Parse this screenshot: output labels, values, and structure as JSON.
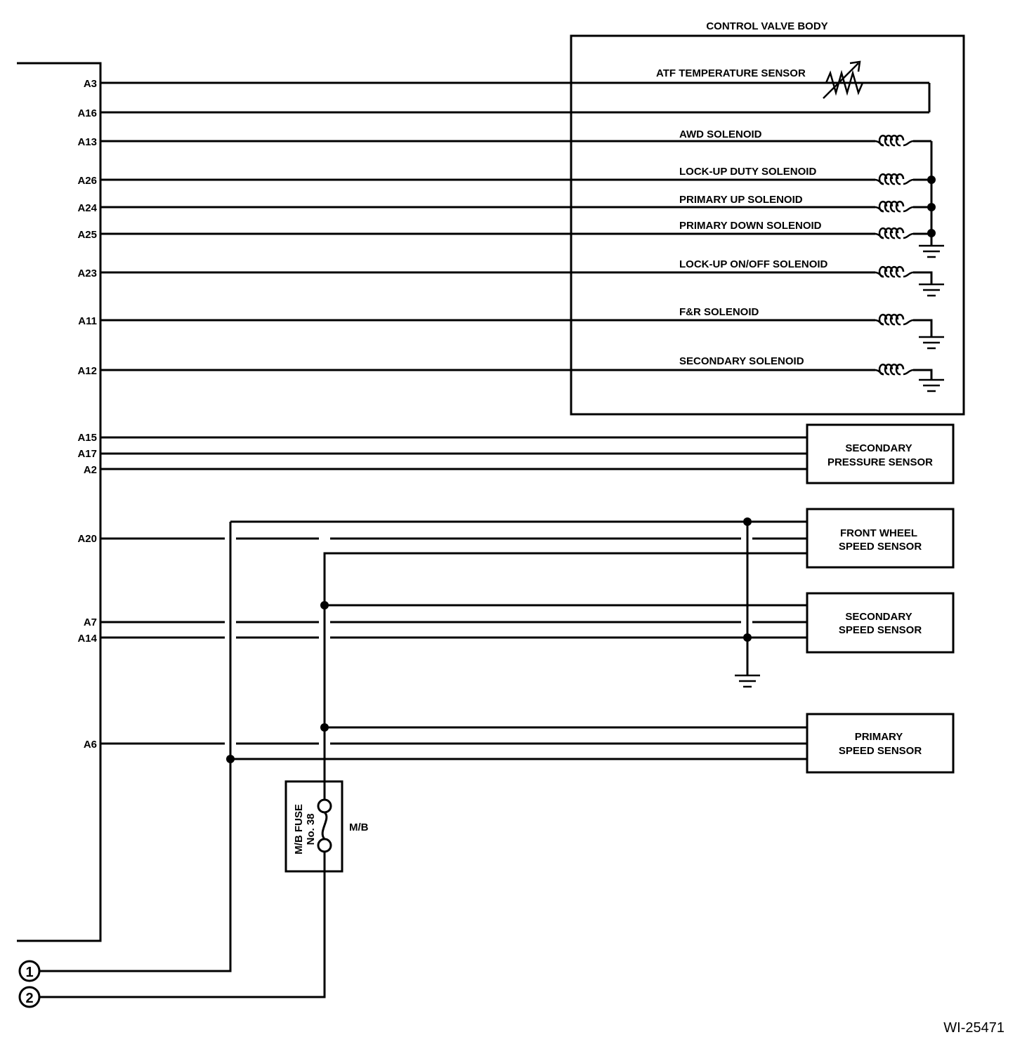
{
  "control_valve_body": {
    "title": "CONTROL VALVE BODY",
    "atf_sensor": "ATF TEMPERATURE SENSOR",
    "solenoids": {
      "awd": "AWD SOLENOID",
      "lockup_duty": "LOCK-UP DUTY SOLENOID",
      "primary_up": "PRIMARY UP SOLENOID",
      "primary_down": "PRIMARY DOWN SOLENOID",
      "lockup_onoff": "LOCK-UP ON/OFF SOLENOID",
      "fr": "F&R SOLENOID",
      "secondary": "SECONDARY SOLENOID"
    }
  },
  "pins": {
    "a3": "A3",
    "a16": "A16",
    "a13": "A13",
    "a26": "A26",
    "a24": "A24",
    "a25": "A25",
    "a23": "A23",
    "a11": "A11",
    "a12": "A12",
    "a15": "A15",
    "a17": "A17",
    "a2": "A2",
    "a20": "A20",
    "a7": "A7",
    "a14": "A14",
    "a6": "A6"
  },
  "sensors": {
    "secondary_pressure": [
      "SECONDARY",
      "PRESSURE SENSOR"
    ],
    "front_wheel_speed": [
      "FRONT WHEEL",
      "SPEED SENSOR"
    ],
    "secondary_speed": [
      "SECONDARY",
      "SPEED SENSOR"
    ],
    "primary_speed": [
      "PRIMARY",
      "SPEED SENSOR"
    ]
  },
  "fuse": {
    "line1": "M/B FUSE",
    "line2": "No. 38",
    "box_label": "M/B"
  },
  "connectors": {
    "c1": "1",
    "c2": "2"
  },
  "figure_id": "WI-25471"
}
